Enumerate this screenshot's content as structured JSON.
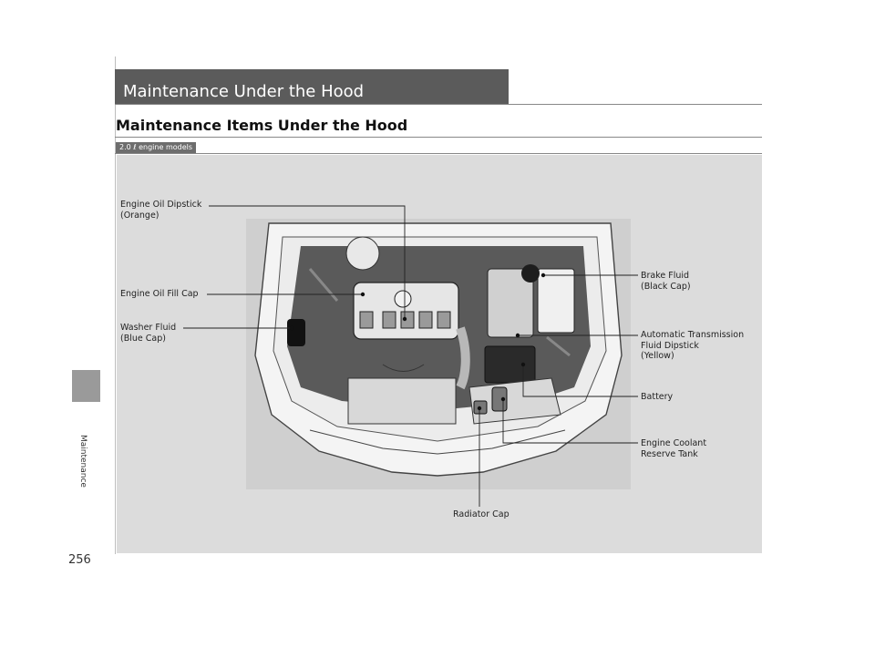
{
  "page_number": "256",
  "side_tab_label": "Maintenance",
  "header_title": "Maintenance Under the Hood",
  "section_title": "Maintenance Items Under the Hood",
  "engine_badge": "2.0 ℓ engine models",
  "callouts": {
    "oil_dipstick": [
      "Engine Oil Dipstick",
      "(Orange)"
    ],
    "oil_fill_cap": "Engine Oil Fill Cap",
    "washer_fluid": [
      "Washer Fluid",
      "(Blue Cap)"
    ],
    "brake_fluid": [
      "Brake Fluid",
      "(Black Cap)"
    ],
    "atf_dipstick": [
      "Automatic Transmission",
      "Fluid Dipstick",
      "(Yellow)"
    ],
    "battery": "Battery",
    "coolant_tank": [
      "Engine Coolant",
      "Reserve Tank"
    ],
    "radiator_cap": "Radiator Cap"
  }
}
